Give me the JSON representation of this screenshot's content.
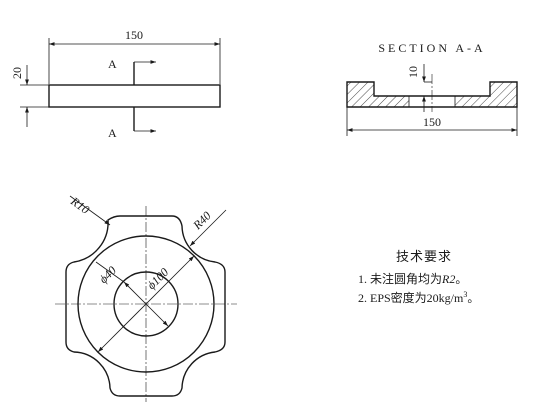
{
  "front_view": {
    "width_dim": "150",
    "height_dim": "20",
    "section_mark_top": "A",
    "section_mark_bottom": "A"
  },
  "section_view": {
    "title": "SECTION  A-A",
    "depth_dim": "10",
    "width_dim": "150"
  },
  "top_view": {
    "corner_radius": "R10",
    "scallop_radius": "R40",
    "inner_diameter": "ϕ40",
    "outer_diameter": "ϕ100"
  },
  "notes": {
    "title": "技术要求",
    "items": [
      {
        "number": "1.",
        "text_prefix": "未注圆角均为",
        "italic": "R2",
        "text_suffix": "。"
      },
      {
        "number": "2.",
        "text_prefix": "EPS密度为20kg/m",
        "superscript": "3",
        "text_suffix": "。"
      }
    ]
  },
  "colors": {
    "line": "#1a1a1a",
    "hatch": "#1a1a1a",
    "background": "#ffffff"
  }
}
